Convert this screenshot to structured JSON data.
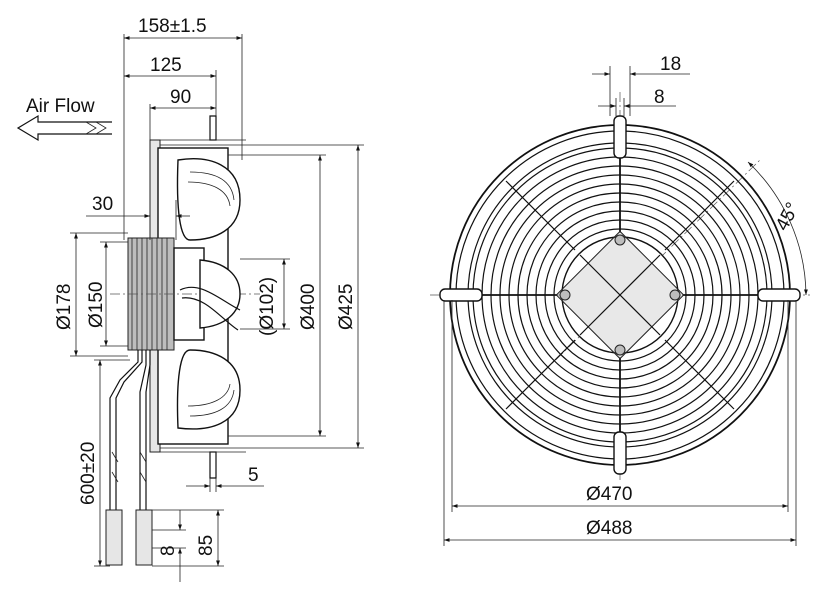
{
  "side_view": {
    "air_flow_label": "Air Flow",
    "dims": {
      "overall_depth": "158±1.5",
      "depth_125": "125",
      "depth_90": "90",
      "flange_30": "30",
      "motor_178": "Ø178",
      "motor_150": "Ø150",
      "hub_102": "(Ø102)",
      "blade_400": "Ø400",
      "ring_425": "Ø425",
      "cable_length": "600±20",
      "cable_gap_5": "5",
      "strip_8": "8",
      "strip_85": "85"
    }
  },
  "front_view": {
    "dims": {
      "slot_18": "18",
      "slot_8": "8",
      "angle_45": "45°",
      "guard_470": "Ø470",
      "guard_488": "Ø488"
    }
  }
}
